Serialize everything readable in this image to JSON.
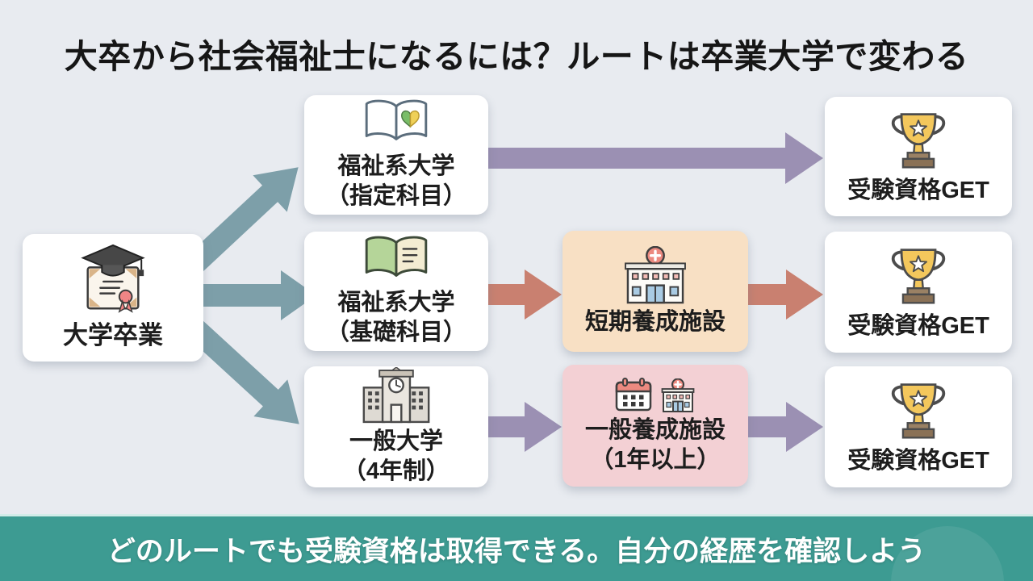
{
  "title": {
    "text": "大卒から社会福祉士になるには？ルートは卒業大学で変わる"
  },
  "start": {
    "label": "大学卒業"
  },
  "universities": [
    {
      "line1": "福祉系大学",
      "line2": "（指定科目）"
    },
    {
      "line1": "福祉系大学",
      "line2": "（基礎科目）"
    },
    {
      "line1": "一般大学",
      "line2": "（4年制）"
    }
  ],
  "facilities": [
    {
      "line1": "短期養成施設"
    },
    {
      "line1": "一般養成施設",
      "line2": "（1年以上）"
    }
  ],
  "results": [
    {
      "label": "受験資格GET"
    },
    {
      "label": "受験資格GET"
    },
    {
      "label": "受験資格GET"
    }
  ],
  "footer": {
    "text": "どのルートでも受験資格は取得できる。自分の経歴を確認しよう"
  },
  "icons": {
    "start": "diploma-graduation-cap-icon",
    "university_designated": "open-book-heart-icon",
    "university_basic": "green-textbook-icon",
    "university_general": "school-building-clock-icon",
    "facility_short": "training-facility-building-icon",
    "facility_general": "calendar-icon + training-facility-building-icon",
    "result": "trophy-star-icon"
  },
  "colors": {
    "background": "#e8ebf0",
    "card": "#ffffff",
    "short_term_facility_bg": "#f8e0c4",
    "general_facility_bg": "#f3d0d4",
    "branch_arrow": "#7d9fa9",
    "direct_route_arrow": "#9b90b3",
    "training_route_arrow": "#c98070",
    "banner_bg": "#3d9b92",
    "banner_text": "#ffffff",
    "text": "#1d1d1d"
  }
}
